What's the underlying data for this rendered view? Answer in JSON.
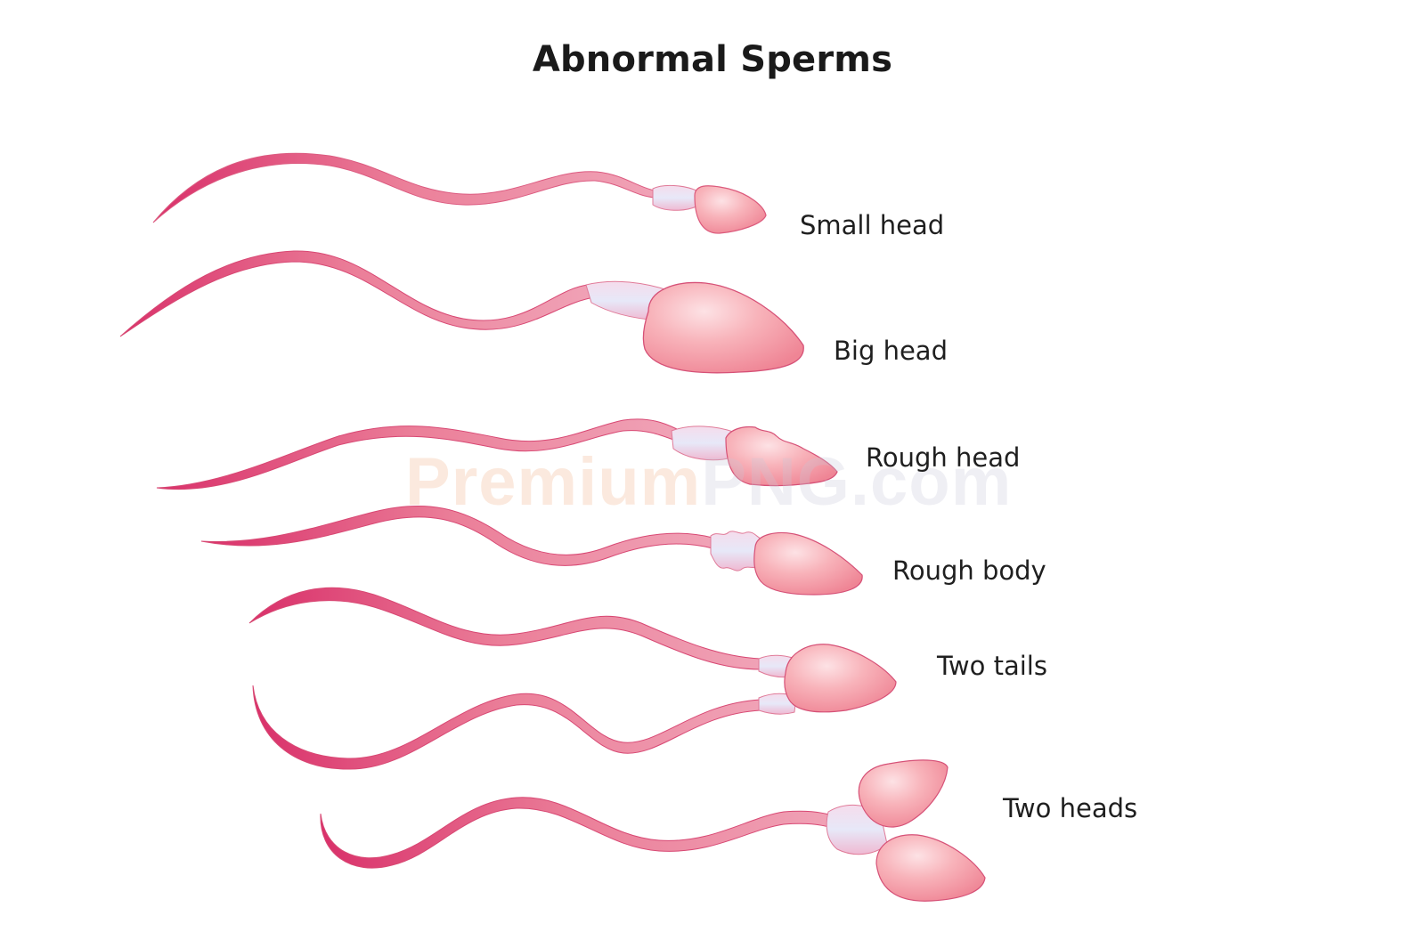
{
  "title": "Abnormal Sperms",
  "labels": {
    "small_head": "Small head",
    "big_head": "Big head",
    "rough_head": "Rough head",
    "rough_body": "Rough body",
    "two_tails": "Two tails",
    "two_heads": "Two heads"
  },
  "watermark": {
    "part1": "Premium",
    "part2": "PNG.com"
  },
  "colors": {
    "tail": "#e7728f",
    "tail_dark": "#d9356a",
    "head": "#f6a5ae",
    "head_light": "#fcd8dc",
    "head_edge": "#d94f73",
    "midpiece": "#f2c6d9",
    "midpiece_light": "#e4e6f6"
  }
}
